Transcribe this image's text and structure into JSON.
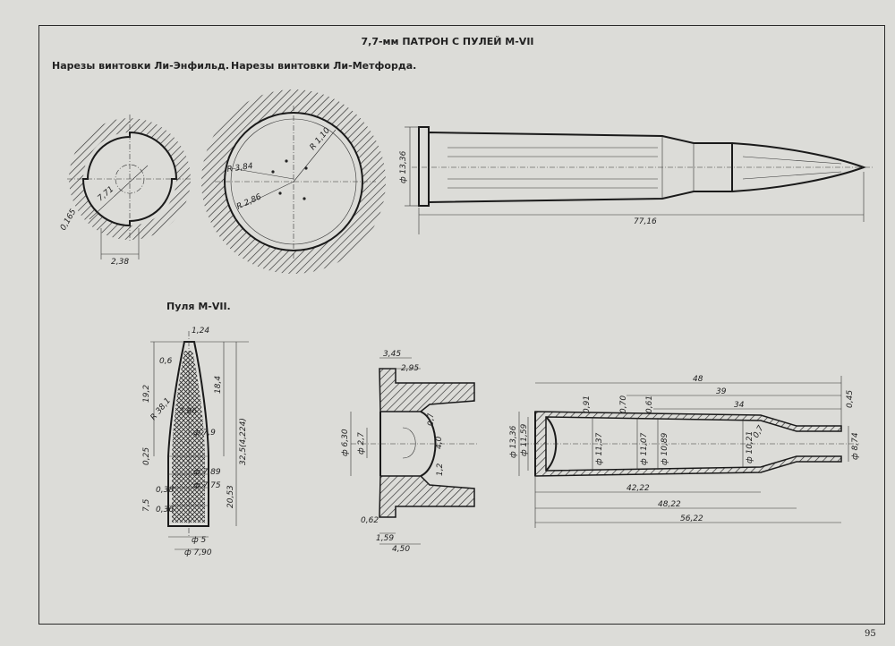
{
  "title": "7,7-мм ПАТРОН С ПУЛЕЙ М-VII",
  "labels": {
    "enfield": "Нарезы винтовки Ли-Энфильд.",
    "metford": "Нарезы винтовки Ли-Метфорда.",
    "bullet": "Пуля М-VII."
  },
  "page_number": "95",
  "dims": {
    "enfield": {
      "d1": "0,165",
      "d2": "7,71",
      "d3": "2,38"
    },
    "metford": {
      "r1": "R 1,10",
      "r2": "R 3,84",
      "r3": "R 2,86"
    },
    "cartridge": {
      "dia": "ф 13,36",
      "len": "77,16"
    },
    "bullet": {
      "a": "1,24",
      "b": "0,6",
      "c": "19,2",
      "d": "18,4",
      "e": "32,5(4,224)",
      "f": "R 38,1",
      "g": "3,96",
      "h": "ф 7,9",
      "i": "20,53",
      "j": "0,25",
      "k": "ф 7,89",
      "l": "0,38",
      "m": "ф 7,75",
      "n": "7,5",
      "o": "0,36",
      "p": "ф 5",
      "q": "ф 7,90"
    },
    "head": {
      "a": "3,45",
      "b": "2,95",
      "c": "ф 6,30",
      "d": "ф 2,7",
      "e": "0,7",
      "f": "4,0",
      "g": "1,2",
      "h": "0,62",
      "i": "1,59",
      "j": "4,50"
    },
    "case": {
      "a": "48",
      "b": "39",
      "c": "34",
      "d": "0,45",
      "e": "0,91",
      "f": "0,70",
      "g": "0,61",
      "h": "ф 13,36",
      "i": "ф 11,59",
      "j": "ф 11,37",
      "k": "ф 11,07",
      "l": "ф 10,89",
      "m": "ф 10,21",
      "n": "ф 8,74",
      "o": "42,22",
      "p": "48,22",
      "q": "56,22",
      "r": "0,7"
    }
  }
}
